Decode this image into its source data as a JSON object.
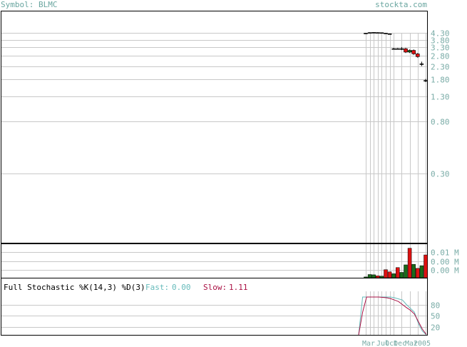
{
  "header": {
    "symbol_label": "Symbol: BLMC",
    "site": "stockta.com"
  },
  "colors": {
    "up": "#1a6b1a",
    "down": "#dd1111",
    "fast": "#66bbbb",
    "slow": "#aa1144",
    "grid": "#c8c8c8",
    "axis_text": "#7aaca7"
  },
  "chart_data": [
    {
      "type": "candlestick",
      "scale": "log",
      "y_ticks": [
        4.3,
        3.8,
        3.3,
        2.8,
        2.3,
        1.8,
        1.3,
        0.8,
        0.3
      ],
      "y_tick_labels": [
        "4.30",
        "3.80",
        "3.30",
        "2.80",
        "2.30",
        "1.80",
        "1.30",
        "0.80",
        "0.30"
      ],
      "ylim": [
        0.08,
        6.5
      ],
      "grid": true,
      "bars": [
        {
          "o": 4.3,
          "h": 4.32,
          "l": 4.28,
          "c": 4.3
        },
        {
          "o": 4.35,
          "h": 4.37,
          "l": 4.32,
          "c": 4.35
        },
        {
          "o": 4.36,
          "h": 4.38,
          "l": 4.34,
          "c": 4.36
        },
        {
          "o": 4.35,
          "h": 4.37,
          "l": 4.33,
          "c": 4.35
        },
        {
          "o": 4.34,
          "h": 4.36,
          "l": 4.32,
          "c": 4.34
        },
        {
          "o": 4.3,
          "h": 4.32,
          "l": 4.28,
          "c": 4.3
        },
        {
          "o": 4.25,
          "h": 4.27,
          "l": 4.22,
          "c": 4.25
        },
        {
          "o": 3.2,
          "h": 3.25,
          "l": 3.15,
          "c": 3.2
        },
        {
          "o": 3.2,
          "h": 3.24,
          "l": 3.16,
          "c": 3.2
        },
        {
          "o": 3.2,
          "h": 3.3,
          "l": 3.12,
          "c": 3.2
        },
        {
          "o": 3.2,
          "h": 3.25,
          "l": 2.95,
          "c": 3.0
        },
        {
          "o": 3.0,
          "h": 3.15,
          "l": 2.95,
          "c": 3.1
        },
        {
          "o": 3.1,
          "h": 3.15,
          "l": 2.85,
          "c": 2.9
        },
        {
          "o": 2.9,
          "h": 2.95,
          "l": 2.7,
          "c": 2.75
        },
        {
          "o": 2.4,
          "h": 2.5,
          "l": 2.3,
          "c": 2.4
        },
        {
          "o": 1.75,
          "h": 1.8,
          "l": 1.7,
          "c": 1.75
        }
      ]
    },
    {
      "type": "bar",
      "name": "volume",
      "y_tick_labels": [
        "0.01 M",
        "0.00 M",
        "0.00 M"
      ],
      "values": [
        0.0003,
        0.0012,
        0.0011,
        0.0007,
        0.0006,
        0.003,
        0.0022,
        0.0015,
        0.0038,
        0.002,
        0.0048,
        0.011,
        0.005,
        0.0035,
        0.0045,
        0.0085
      ],
      "colors": [
        "up",
        "up",
        "up",
        "down",
        "up",
        "down",
        "down",
        "up",
        "down",
        "up",
        "up",
        "down",
        "up",
        "down",
        "up",
        "down"
      ],
      "ylim": [
        0,
        0.0125
      ]
    },
    {
      "type": "line",
      "title": "Full Stochastic %K(14,3) %D(3)",
      "fast_label": "Fast:",
      "fast_value": "0.00",
      "slow_label": "Slow:",
      "slow_value": "1.11",
      "y_ticks": [
        80,
        50,
        20
      ],
      "ylim": [
        0,
        115
      ],
      "series": [
        {
          "name": "Fast",
          "values": [
            0,
            100,
            100,
            100,
            100,
            100,
            100,
            100,
            100,
            98,
            95,
            92,
            80,
            70,
            60,
            30,
            10,
            0
          ]
        },
        {
          "name": "Slow",
          "values": [
            0,
            60,
            100,
            100,
            100,
            100,
            99,
            98,
            96,
            92,
            88,
            80,
            72,
            65,
            55,
            35,
            15,
            1.11
          ]
        }
      ],
      "x_tick_labels": [
        "Mar",
        "Jul",
        "Oct",
        "Dec",
        "Mar",
        "2005"
      ]
    }
  ]
}
